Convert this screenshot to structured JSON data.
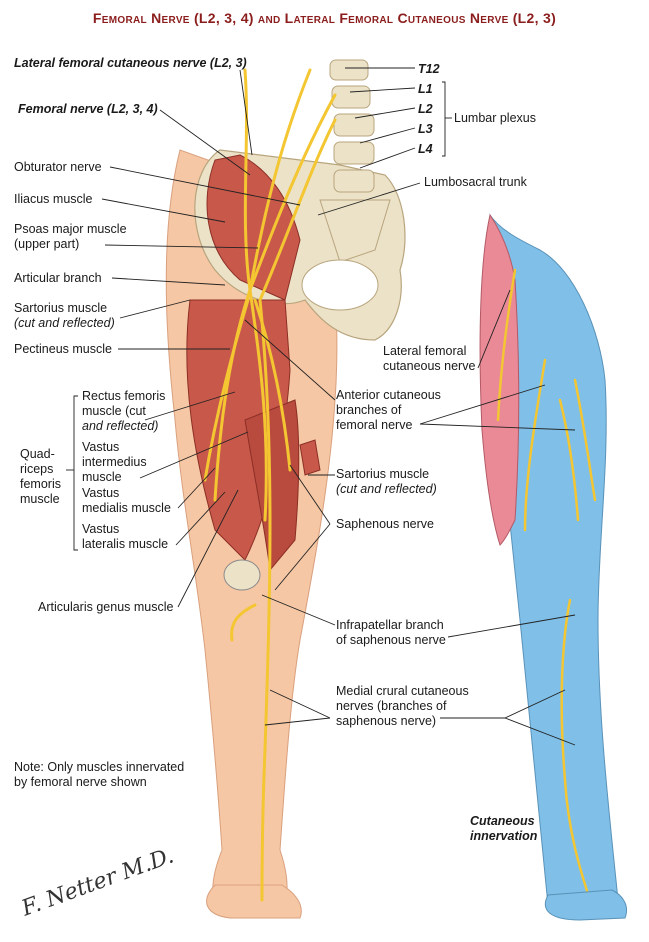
{
  "title": "Femoral Nerve (L2, 3, 4) and Lateral Femoral Cutaneous Nerve (L2, 3)",
  "labels": {
    "lat_fem_cut": "Lateral femoral cutaneous nerve (L2, 3)",
    "femoral": "Femoral nerve (L2, 3, 4)",
    "obturator": "Obturator nerve",
    "iliacus": "Iliacus muscle",
    "psoas_1": "Psoas major muscle",
    "psoas_2": "(upper part)",
    "articular": "Articular branch",
    "sartorius_1": "Sartorius muscle",
    "sartorius_2": "(cut and reflected)",
    "pectineus": "Pectineus muscle",
    "rectus_1": "Rectus femoris",
    "rectus_2": "muscle (cut",
    "rectus_3": "and reflected)",
    "vi_1": "Vastus",
    "vi_2": "intermedius",
    "vi_3": "muscle",
    "vm_1": "Vastus",
    "vm_2": "medialis muscle",
    "vl_1": "Vastus",
    "vl_2": "lateralis muscle",
    "quad_1": "Quad-",
    "quad_2": "riceps",
    "quad_3": "femoris",
    "quad_4": "muscle",
    "art_genus": "Articularis genus muscle",
    "note_1": "Note: Only muscles innervated",
    "note_2": "by femoral nerve shown",
    "t12": "T12",
    "l1": "L1",
    "l2": "L2",
    "l3": "L3",
    "l4": "L4",
    "lumbar_plexus": "Lumbar plexus",
    "lumbosacral": "Lumbosacral trunk",
    "lat_fem_cut_r1": "Lateral femoral",
    "lat_fem_cut_r2": "cutaneous nerve",
    "ant_cut_1": "Anterior cutaneous",
    "ant_cut_2": "branches of",
    "ant_cut_3": "femoral nerve",
    "sart_r1": "Sartorius muscle",
    "sart_r2": "(cut and reflected)",
    "saphenous": "Saphenous nerve",
    "infrapat_1": "Infrapatellar branch",
    "infrapat_2": "of saphenous nerve",
    "medial_crural_1": "Medial crural cutaneous",
    "medial_crural_2": "nerves (branches of",
    "medial_crural_3": "saphenous nerve)",
    "cutaneous_1": "Cutaneous",
    "cutaneous_2": "innervation",
    "signature": "F. Netter M.D."
  },
  "colors": {
    "skin": "#f6c7a4",
    "muscle": "#c8584a",
    "nerve": "#f3c632",
    "bone": "#ece2c8",
    "cutaneous_blue": "#7fbfe8",
    "cutaneous_pink": "#e98a96"
  }
}
